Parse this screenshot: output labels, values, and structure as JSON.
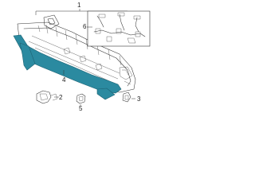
{
  "diagram": {
    "callouts": {
      "c1": "1",
      "c2": "2",
      "c3": "3",
      "c4": "4",
      "c5": "5",
      "c6": "6"
    },
    "colors": {
      "highlight": "#2b8aa0",
      "highlight_edge": "#1d6273",
      "line": "#333333"
    }
  }
}
